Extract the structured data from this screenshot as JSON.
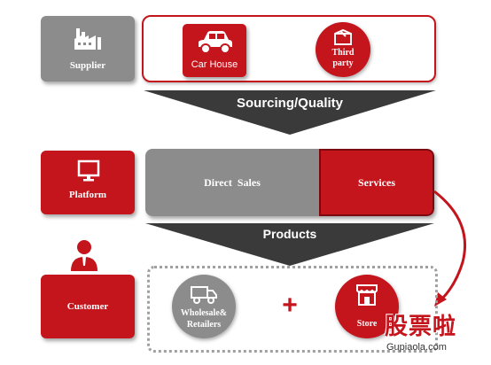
{
  "supplier": {
    "label": "Supplier",
    "icon": "factory-icon"
  },
  "sourcing_row": {
    "car_house": {
      "label": "Car House",
      "icon": "car-icon"
    },
    "third_party": {
      "line1": "Third",
      "line2": "party",
      "icon": "box-icon"
    }
  },
  "arrow1": {
    "label": "Sourcing/Quality"
  },
  "platform": {
    "label": "Platform",
    "icon": "monitor-icon"
  },
  "platform_row": {
    "direct_sales": "Direct  Sales",
    "services": "Services"
  },
  "arrow2": {
    "label": "Products"
  },
  "customer": {
    "label": "Customer",
    "icon": "person-icon"
  },
  "customer_row": {
    "wholesale": {
      "line1": "Wholesale&",
      "line2": "Retailers",
      "icon": "truck-icon"
    },
    "plus": "+",
    "store": {
      "label": "Store",
      "icon": "store-icon"
    }
  },
  "watermark": {
    "text": "股票啦",
    "url": "Gupiaola.com"
  },
  "colors": {
    "red": "#c4141c",
    "grey": "#8c8c8c",
    "dark_grey": "#3a3a3a"
  }
}
